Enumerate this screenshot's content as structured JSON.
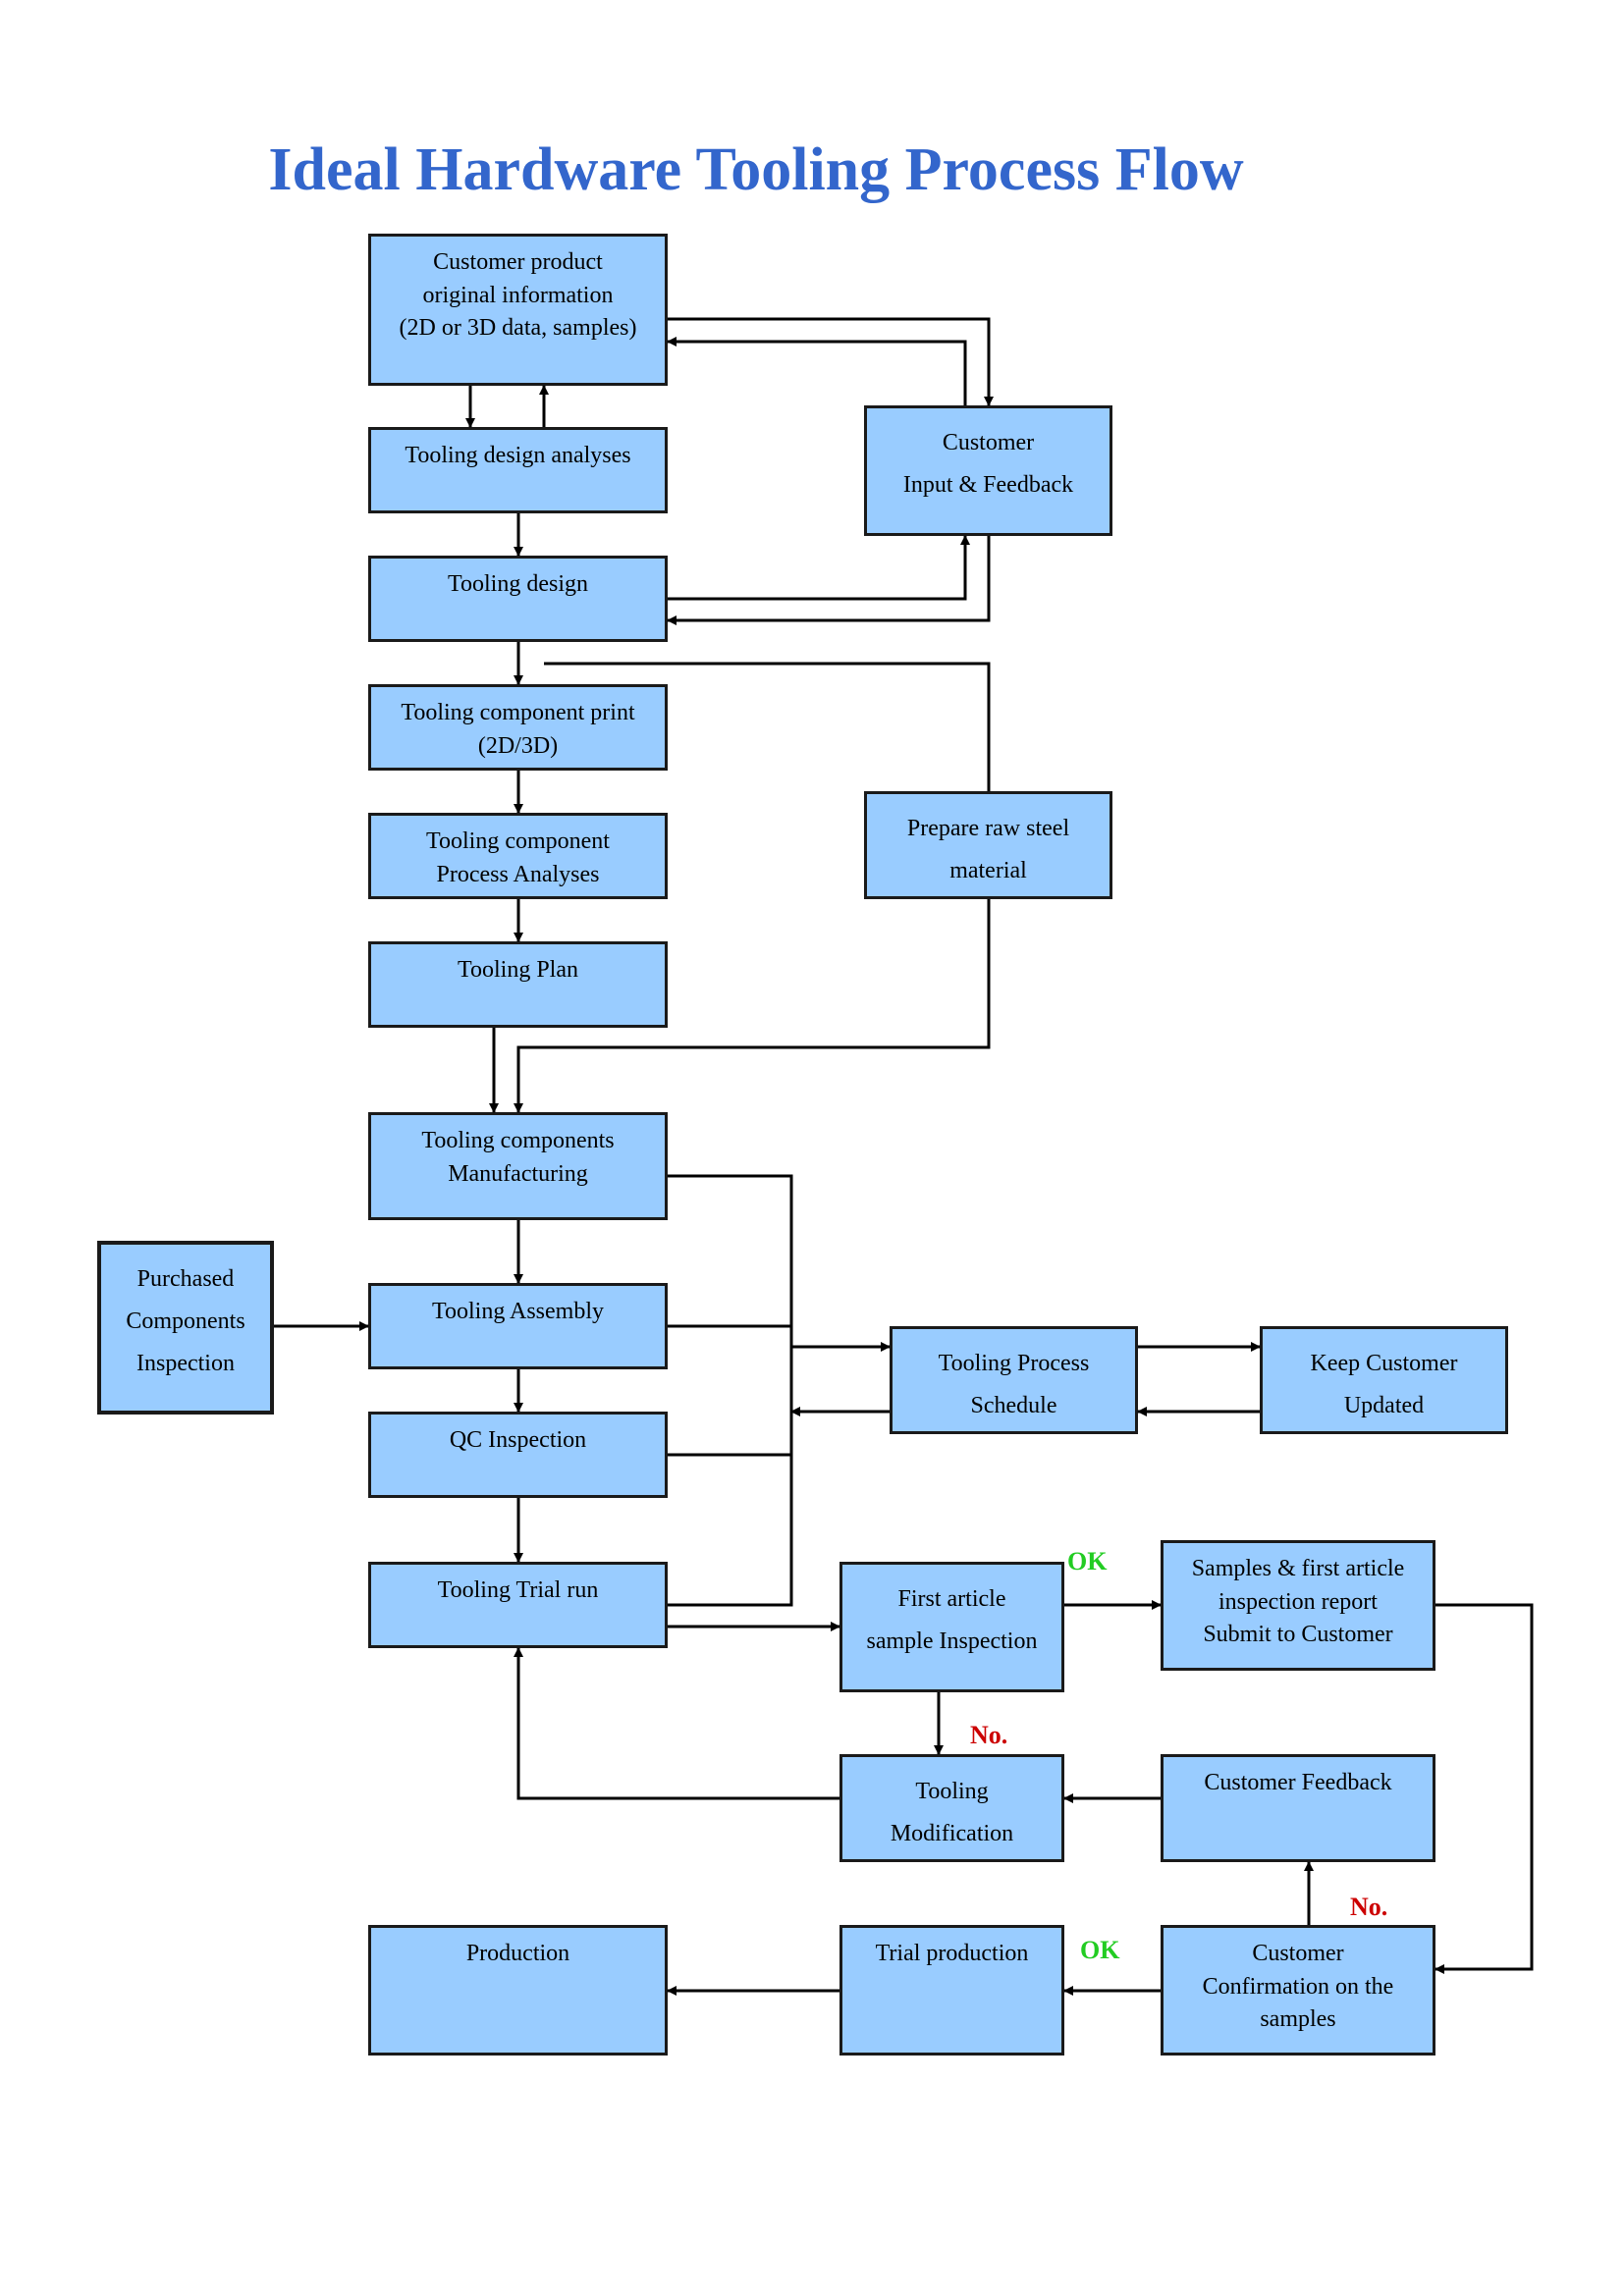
{
  "title": "Ideal Hardware Tooling Process Flow",
  "boxes": {
    "customer_info": [
      "Customer product",
      "original information",
      "(2D or 3D data, samples)"
    ],
    "design_analyses": [
      "Tooling design analyses"
    ],
    "customer_feedback_input": [
      "Customer",
      "Input & Feedback"
    ],
    "tooling_design": [
      "Tooling design"
    ],
    "component_print": [
      "Tooling component print",
      "(2D/3D)"
    ],
    "raw_steel": [
      "Prepare raw steel",
      "material"
    ],
    "process_analyses": [
      "Tooling component",
      "Process Analyses"
    ],
    "tooling_plan": [
      "Tooling Plan"
    ],
    "components_manufacturing": [
      "Tooling components",
      "Manufacturing"
    ],
    "purchased_components": [
      "Purchased",
      "Components",
      "Inspection"
    ],
    "tooling_assembly": [
      "Tooling Assembly"
    ],
    "process_schedule": [
      "Tooling Process",
      "Schedule"
    ],
    "keep_customer_updated": [
      "Keep Customer",
      "Updated"
    ],
    "qc_inspection": [
      "QC Inspection"
    ],
    "trial_run": [
      "Tooling Trial run"
    ],
    "first_article": [
      "First article",
      "sample Inspection"
    ],
    "samples_report": [
      "Samples & first article",
      "inspection report",
      "Submit to Customer"
    ],
    "tooling_modification": [
      "Tooling",
      "Modification"
    ],
    "customer_feedback": [
      "Customer Feedback"
    ],
    "production": [
      "Production"
    ],
    "trial_production": [
      "Trial production"
    ],
    "customer_confirmation": [
      "Customer",
      "Confirmation on the",
      "samples"
    ]
  },
  "decision_labels": {
    "first_article_ok": "OK",
    "first_article_no": "No.",
    "confirmation_no": "No.",
    "confirmation_ok": "OK"
  },
  "colors": {
    "title": "#3366cc",
    "box_fill": "#99ccff",
    "ok": "#22cc22",
    "no": "#cc0000"
  }
}
